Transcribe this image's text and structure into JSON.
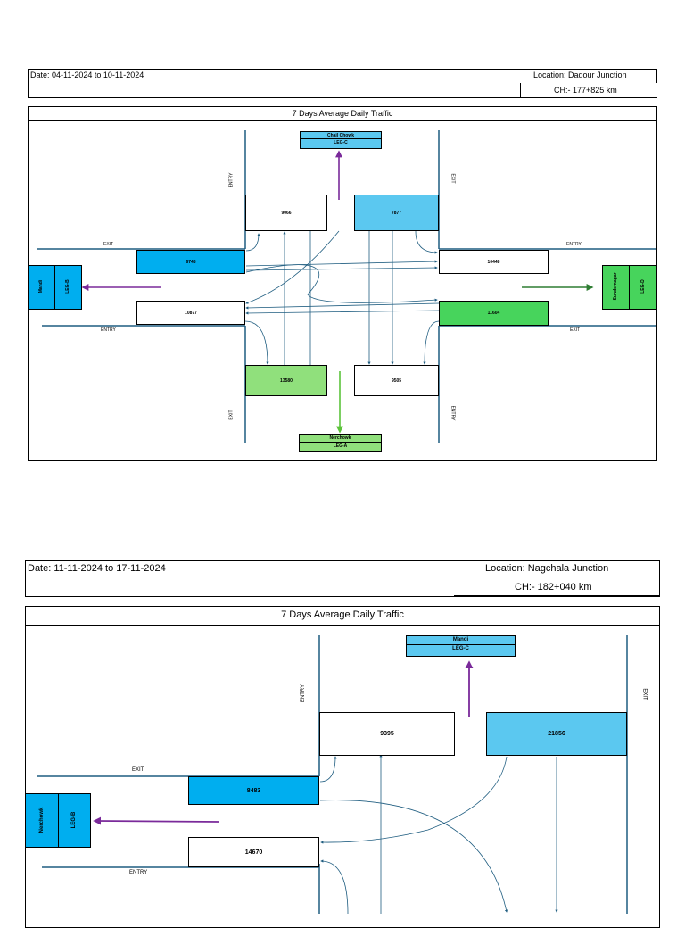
{
  "diagram1": {
    "date": "Date: 04-11-2024 to 10-11-2024",
    "location": "Location: Dadour Junction",
    "chainage": "CH:- 177+825 km",
    "title": "7 Days Average Daily Traffic",
    "leg_c": {
      "name": "Chail Chowk",
      "leg": "LEG-C"
    },
    "leg_b": {
      "name": "Mandi",
      "leg": "LEG-B"
    },
    "leg_d": {
      "name": "Sundernagar",
      "leg": "LEG-D"
    },
    "leg_a": {
      "name": "Nerchowk",
      "leg": "LEG-A"
    },
    "boxes": {
      "north_entry": "9066",
      "north_exit": "7877",
      "west_exit": "6748",
      "west_entry": "10877",
      "east_exit": "10448",
      "east_entry": "11604",
      "south_exit": "13580",
      "south_entry": "9505"
    },
    "labels": {
      "entry": "ENTRY",
      "exit": "EXIT"
    },
    "colors": {
      "road": "#1f5d80",
      "blue_dark": "#00aeef",
      "blue_light": "#5bc8f0",
      "green_dark": "#47d45c",
      "green_light": "#90e07c",
      "purple": "#7a2a9a",
      "green_arrow": "#2e7d32"
    }
  },
  "diagram2": {
    "date": "Date: 11-11-2024 to 17-11-2024",
    "location": "Location: Nagchala Junction",
    "chainage": "CH:- 182+040 km",
    "title": "7 Days Average Daily Traffic",
    "leg_c": {
      "name": "Mandi",
      "leg": "LEG-C"
    },
    "leg_b": {
      "name": "Nerchowk",
      "leg": "LEG-B"
    },
    "boxes": {
      "north_entry": "9395",
      "north_exit": "21856",
      "west_exit": "8483",
      "west_entry": "14670"
    },
    "labels": {
      "entry": "ENTRY",
      "exit": "EXIT"
    }
  }
}
